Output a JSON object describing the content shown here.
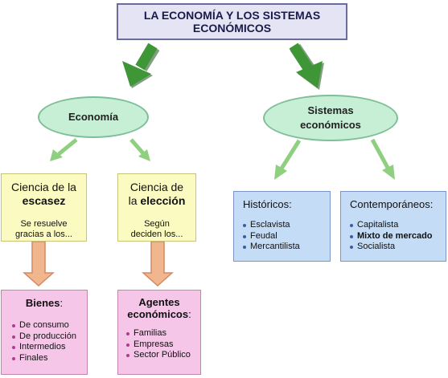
{
  "title": "LA ECONOMÍA Y LOS SISTEMAS ECONÓMICOS",
  "economia": {
    "label": "Economía",
    "escasez": {
      "line1": "Ciencia de la",
      "bold": "escasez",
      "sub": "Se resuelve gracias a los..."
    },
    "eleccion": {
      "line1": "Ciencia de la",
      "bold": "elección",
      "sub": "Según deciden los..."
    },
    "bienes": {
      "head": "Bienes",
      "items": [
        "De consumo",
        "De producción",
        "Intermedios",
        "Finales"
      ]
    },
    "agentes": {
      "head": "Agentes económicos",
      "items": [
        "Familias",
        "Empresas",
        "Sector Público"
      ]
    }
  },
  "sistemas": {
    "label": "Sistemas económicos",
    "historicos": {
      "head": "Históricos:",
      "items": [
        "Esclavista",
        "Feudal",
        "Mercantilista"
      ]
    },
    "contemporaneos": {
      "head": "Contemporáneos:",
      "items": [
        "Capitalista",
        "Mixto de mercado",
        "Socialista"
      ]
    }
  },
  "colors": {
    "big_arrow": "#3e9636",
    "thin_arrow": "#8fcf80",
    "down_arrow": "#f2b68f"
  }
}
